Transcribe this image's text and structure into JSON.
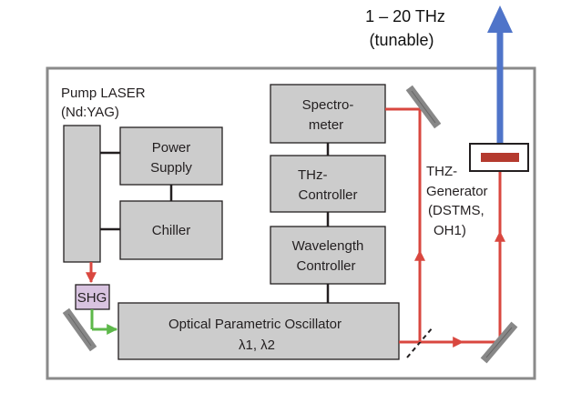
{
  "output": {
    "line1": "1 – 20 THz",
    "line2": "(tunable)"
  },
  "pump_laser": {
    "line1": "Pump LASER",
    "line2": "(Nd:YAG)"
  },
  "power_supply": {
    "line1": "Power",
    "line2": "Supply"
  },
  "chiller": {
    "label": "Chiller"
  },
  "shg": {
    "label": "SHG"
  },
  "opo": {
    "label": "Optical Parametric Oscillator",
    "subscript_label": "λ1, λ2"
  },
  "spectrometer": {
    "line1": "Spectro-",
    "line2": "meter"
  },
  "thz_controller": {
    "line1": "THz-",
    "line2": "Controller"
  },
  "wavelength_controller": {
    "line1": "Wavelength",
    "line2": "Controller"
  },
  "thz_generator": {
    "line1": "THZ-",
    "line2": "Generator",
    "line3": "(DSTMS,",
    "line4": "OH1)"
  },
  "colors": {
    "box_fill": "#cccccc",
    "shg_fill": "#d8c3e0",
    "pump_beam": "#d9473f",
    "green_beam": "#5db84a",
    "thz_output": "#4f74c9",
    "crystal": "#b43a2e"
  }
}
